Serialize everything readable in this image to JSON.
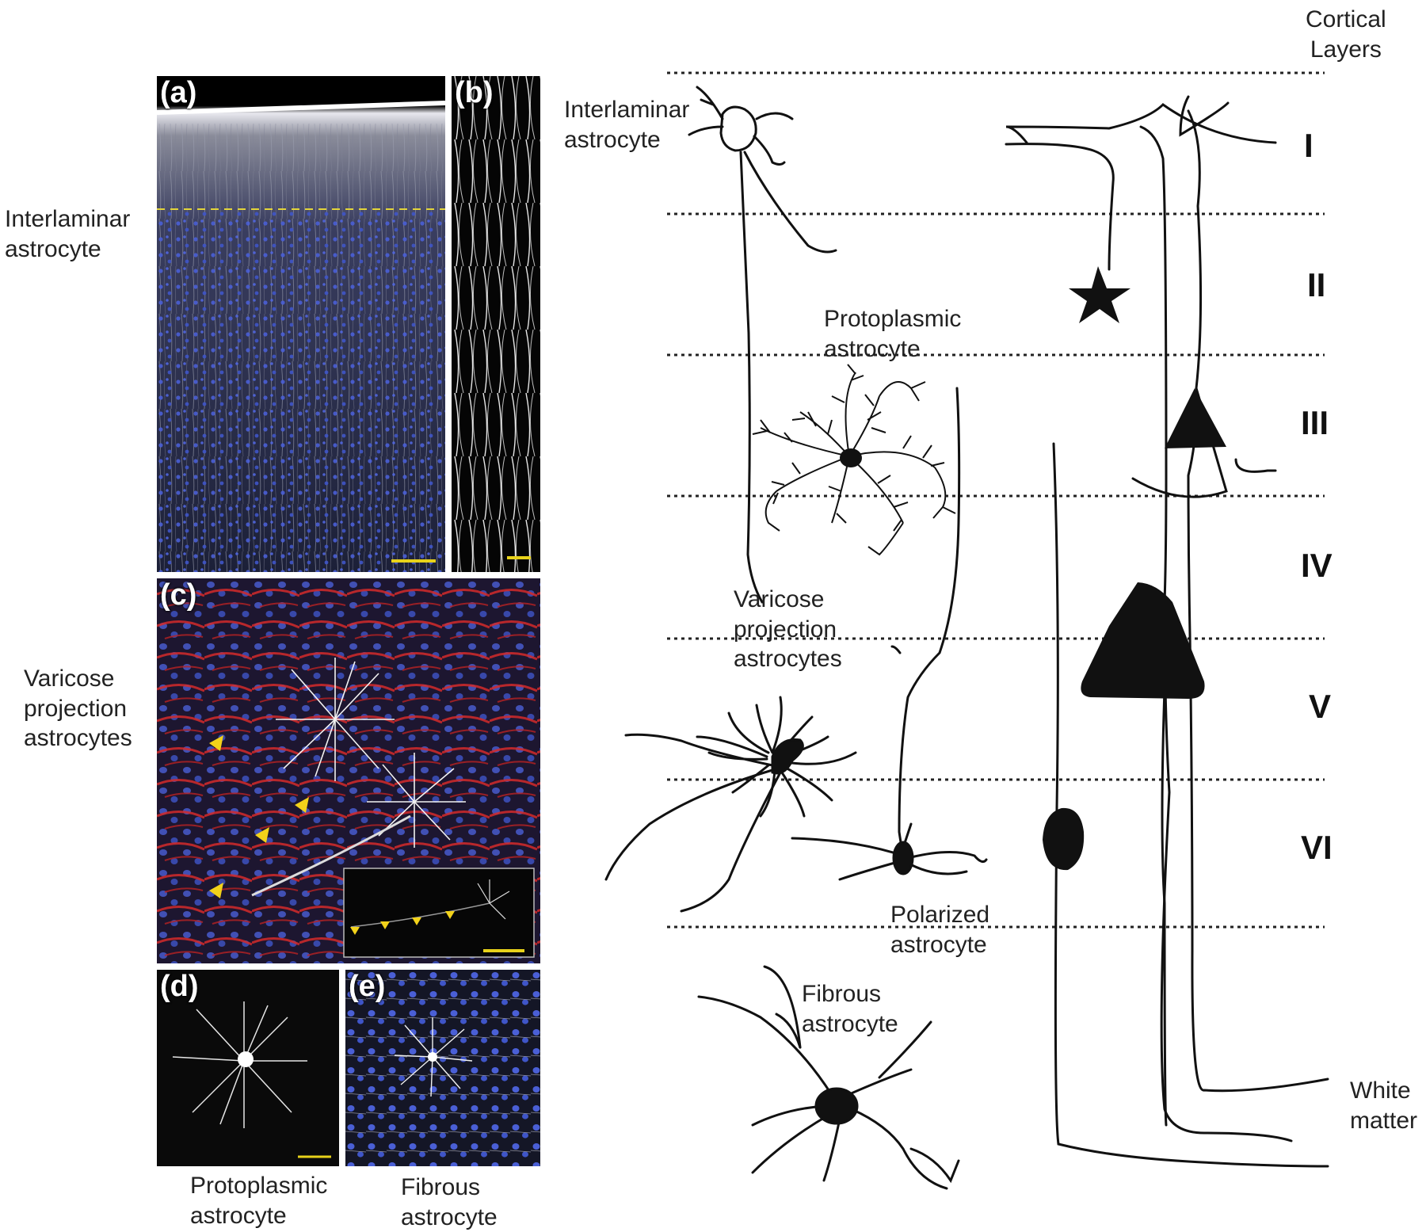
{
  "figure": {
    "panels": [
      {
        "id": "a",
        "label": "(a)"
      },
      {
        "id": "b",
        "label": "(b)"
      },
      {
        "id": "c",
        "label": "(c)"
      },
      {
        "id": "d",
        "label": "(d)"
      },
      {
        "id": "e",
        "label": "(e)"
      }
    ],
    "left_labels": {
      "interlaminar": [
        "Interlaminar",
        "astrocyte"
      ],
      "varicose": [
        "Varicose",
        "projection",
        "astrocytes"
      ],
      "protoplasmic_bottom": [
        "Protoplasmic",
        "astrocyte"
      ],
      "fibrous_bottom": [
        "Fibrous",
        "astrocyte"
      ]
    },
    "diagram_labels": {
      "cortical_layers": [
        "Cortical",
        "Layers"
      ],
      "interlaminar": [
        "Interlaminar",
        "astrocyte"
      ],
      "protoplasmic": [
        "Protoplasmic",
        "astrocyte"
      ],
      "varicose": [
        "Varicose",
        "projection",
        "astrocytes"
      ],
      "polarized": [
        "Polarized",
        "astrocyte"
      ],
      "fibrous": [
        "Fibrous",
        "astrocyte"
      ],
      "white_matter": [
        "White",
        "matter"
      ]
    },
    "layers": [
      "I",
      "II",
      "III",
      "IV",
      "V",
      "VI"
    ],
    "colors": {
      "nuclei": "#4a5fd6",
      "marker_red": "#d42a2a",
      "arrowhead": "#f2d21a",
      "scalebar": "#e8d21a",
      "ink": "#111111"
    }
  }
}
